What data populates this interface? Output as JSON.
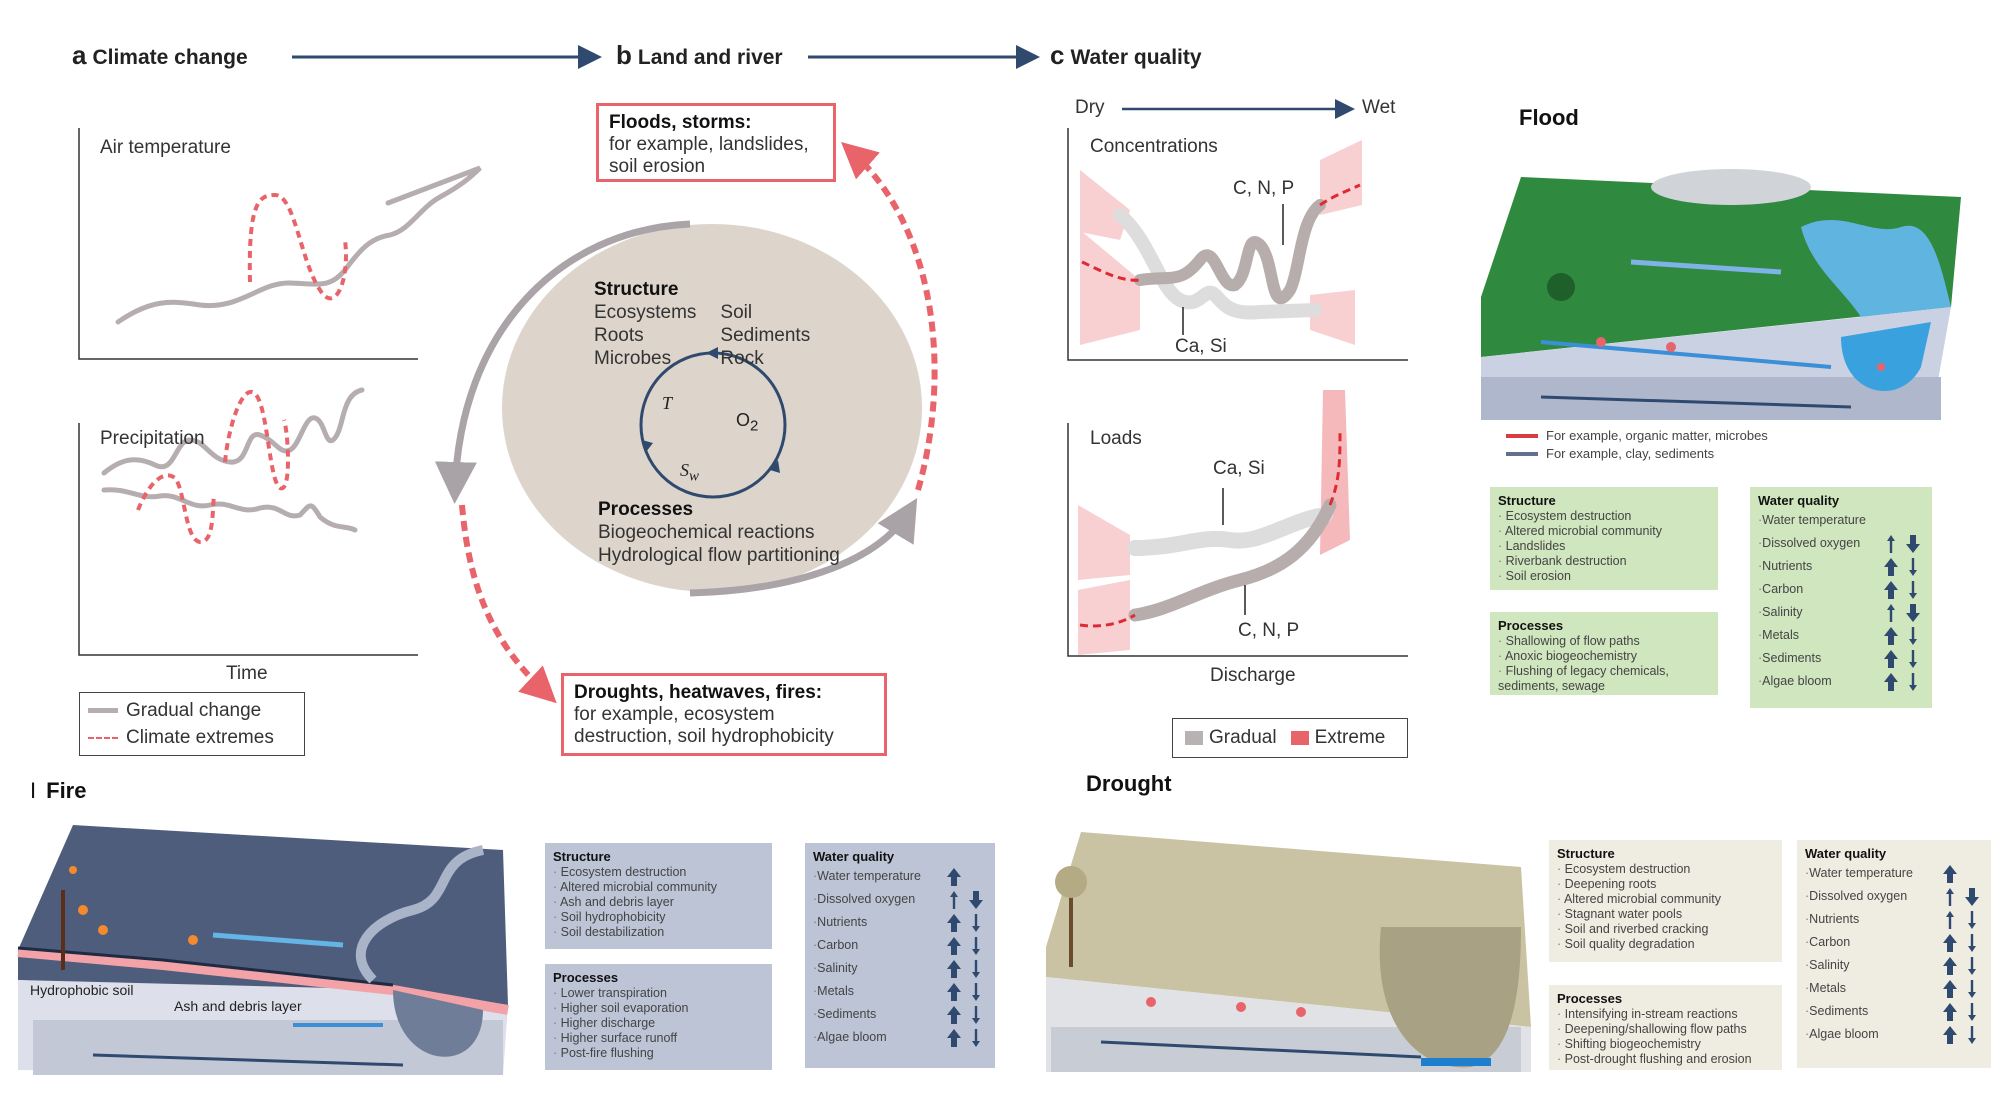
{
  "header": {
    "a": {
      "letter": "a",
      "title": "Climate change"
    },
    "b": {
      "letter": "b",
      "title": "Land and river"
    },
    "c": {
      "letter": "c",
      "title": "Water quality"
    }
  },
  "climate": {
    "chart1_label": "Air temperature",
    "chart2_label": "Precipitation",
    "xlabel": "Time",
    "legend": {
      "gradual": "Gradual change",
      "extremes": "Climate extremes"
    }
  },
  "land": {
    "floods_box": {
      "title": "Floods, storms:",
      "text": "for example, landslides, soil erosion"
    },
    "droughts_box": {
      "title": "Droughts, heatwaves, fires:",
      "text": "for example, ecosystem destruction, soil hydrophobicity"
    },
    "structure_title": "Structure",
    "structure_col1": [
      "Ecosystems",
      "Roots",
      "Microbes"
    ],
    "structure_col2": [
      "Soil",
      "Sediments",
      "Rock"
    ],
    "cycle": {
      "t": "T",
      "o2": "O",
      "o2_sub": "2",
      "sw": "S",
      "sw_sub": "w"
    },
    "processes_title": "Processes",
    "processes": [
      "Biogeochemical reactions",
      "Hydrological flow partitioning"
    ]
  },
  "water": {
    "dry": "Dry",
    "wet": "Wet",
    "chart1_label": "Concentrations",
    "chart1_cnp": "C, N, P",
    "chart1_casi": "Ca, Si",
    "chart2_label": "Loads",
    "chart2_casi": "Ca, Si",
    "chart2_cnp": "C, N, P",
    "xlabel": "Discharge",
    "legend": {
      "gradual": "Gradual",
      "extreme": "Extreme"
    }
  },
  "colors": {
    "extreme": "#e8636a",
    "gradual": "#b9b2b2",
    "arrow": "#2f4a6e",
    "flood_box": "#cfe6bf",
    "fire_box": "#bcc4d6",
    "drought_box": "#efece2"
  },
  "flood": {
    "title": "Flood",
    "legend": [
      "For example, organic matter, microbes",
      "For example, clay, sediments"
    ],
    "structure": {
      "title": "Structure",
      "items": [
        "Ecosystem destruction",
        "Altered microbial community",
        "Landslides",
        "Riverbank destruction",
        "Soil erosion"
      ]
    },
    "processes": {
      "title": "Processes",
      "items": [
        "Shallowing of flow paths",
        "Anoxic biogeochemistry",
        "Flushing of legacy chemicals, sediments, sewage"
      ]
    },
    "water_quality": {
      "title": "Water quality",
      "items": [
        {
          "name": "Water temperature",
          "up": "none",
          "down": "none"
        },
        {
          "name": "Dissolved oxygen",
          "up": "weak",
          "down": "strong"
        },
        {
          "name": "Nutrients",
          "up": "strong",
          "down": "weak"
        },
        {
          "name": "Carbon",
          "up": "strong",
          "down": "weak"
        },
        {
          "name": "Salinity",
          "up": "weak",
          "down": "strong"
        },
        {
          "name": "Metals",
          "up": "strong",
          "down": "weak"
        },
        {
          "name": "Sediments",
          "up": "strong",
          "down": "weak"
        },
        {
          "name": "Algae bloom",
          "up": "strong",
          "down": "weak"
        }
      ]
    }
  },
  "fire": {
    "letter": "I",
    "title": "Fire",
    "labels": {
      "hydrophobic": "Hydrophobic soil",
      "ash": "Ash and debris layer"
    },
    "structure": {
      "title": "Structure",
      "items": [
        "Ecosystem destruction",
        "Altered microbial community",
        "Ash and debris layer",
        "Soil hydrophobicity",
        "Soil destabilization"
      ]
    },
    "processes": {
      "title": "Processes",
      "items": [
        "Lower transpiration",
        "Higher soil evaporation",
        "Higher discharge",
        "Higher surface runoff",
        "Post-fire flushing"
      ]
    },
    "water_quality": {
      "title": "Water quality",
      "items": [
        {
          "name": "Water temperature",
          "up": "strong",
          "down": "none"
        },
        {
          "name": "Dissolved oxygen",
          "up": "weak",
          "down": "strong"
        },
        {
          "name": "Nutrients",
          "up": "strong",
          "down": "weak"
        },
        {
          "name": "Carbon",
          "up": "strong",
          "down": "weak"
        },
        {
          "name": "Salinity",
          "up": "strong",
          "down": "weak"
        },
        {
          "name": "Metals",
          "up": "strong",
          "down": "weak"
        },
        {
          "name": "Sediments",
          "up": "strong",
          "down": "weak"
        },
        {
          "name": "Algae bloom",
          "up": "strong",
          "down": "weak"
        }
      ]
    }
  },
  "drought": {
    "title": "Drought",
    "structure": {
      "title": "Structure",
      "items": [
        "Ecosystem destruction",
        "Deepening roots",
        "Altered microbial community",
        "Stagnant water pools",
        "Soil and riverbed cracking",
        "Soil quality degradation"
      ]
    },
    "processes": {
      "title": "Processes",
      "items": [
        "Intensifying in-stream reactions",
        "Deepening/shallowing flow paths",
        "Shifting biogeochemistry",
        "Post-drought flushing and erosion"
      ]
    },
    "water_quality": {
      "title": "Water quality",
      "items": [
        {
          "name": "Water temperature",
          "up": "strong",
          "down": "none"
        },
        {
          "name": "Dissolved oxygen",
          "up": "weak",
          "down": "strong"
        },
        {
          "name": "Nutrients",
          "up": "weak",
          "down": "weak"
        },
        {
          "name": "Carbon",
          "up": "strong",
          "down": "weak"
        },
        {
          "name": "Salinity",
          "up": "strong",
          "down": "weak"
        },
        {
          "name": "Metals",
          "up": "strong",
          "down": "weak"
        },
        {
          "name": "Sediments",
          "up": "strong",
          "down": "weak"
        },
        {
          "name": "Algae bloom",
          "up": "strong",
          "down": "weak"
        }
      ]
    }
  }
}
